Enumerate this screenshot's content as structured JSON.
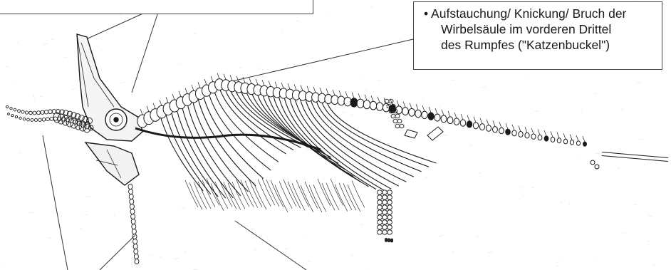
{
  "callouts": {
    "spine_deformation": {
      "bullet": "•",
      "lines": [
        "Aufstauchung/ Knickung/ Bruch der",
        "Wirbelsäule im vorderen Drittel",
        "des Rumpfes (\"Katzenbuckel\")"
      ]
    }
  },
  "colors": {
    "ink": "#1a1a1a",
    "paper": "#ffffff",
    "box_border": "#444444"
  }
}
